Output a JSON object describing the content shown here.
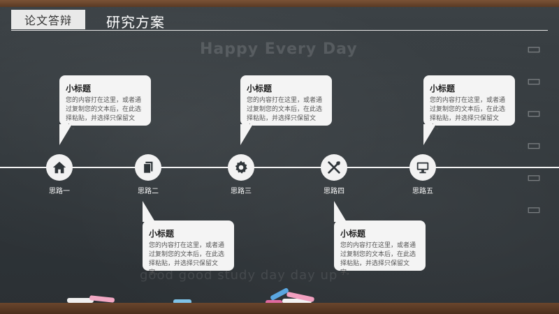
{
  "header": {
    "tag": "论文答辩",
    "title": "研究方案"
  },
  "watermark": {
    "top": "Happy Every Day",
    "bottom": "good good study day day up"
  },
  "timeline": {
    "nodes": [
      {
        "label": "思路一",
        "icon": "home-icon"
      },
      {
        "label": "思路二",
        "icon": "document-icon"
      },
      {
        "label": "思路三",
        "icon": "gear-icon"
      },
      {
        "label": "思路四",
        "icon": "tools-icon"
      },
      {
        "label": "思路五",
        "icon": "monitor-icon"
      }
    ],
    "callouts": [
      {
        "title": "小标题",
        "text": "您的内容打在这里，或者通过复制您的文本后，在此选择粘贴，并选择只保留文字。"
      },
      {
        "title": "小标题",
        "text": "您的内容打在这里，或者通过复制您的文本后，在此选择粘贴，并选择只保留文字。"
      },
      {
        "title": "小标题",
        "text": "您的内容打在这里，或者通过复制您的文本后，在此选择粘贴，并选择只保留文字。"
      },
      {
        "title": "小标题",
        "text": "您的内容打在这里，或者通过复制您的文本后，在此选择粘贴，并选择只保留文字。"
      },
      {
        "title": "小标题",
        "text": "您的内容打在这里，或者通过复制您的文本后，在此选择粘贴，并选择只保留文字。"
      }
    ]
  },
  "colors": {
    "board": "#30363a",
    "line": "#f2f2f2",
    "callout": "#f4f4f4",
    "icon": "#2f3539"
  }
}
